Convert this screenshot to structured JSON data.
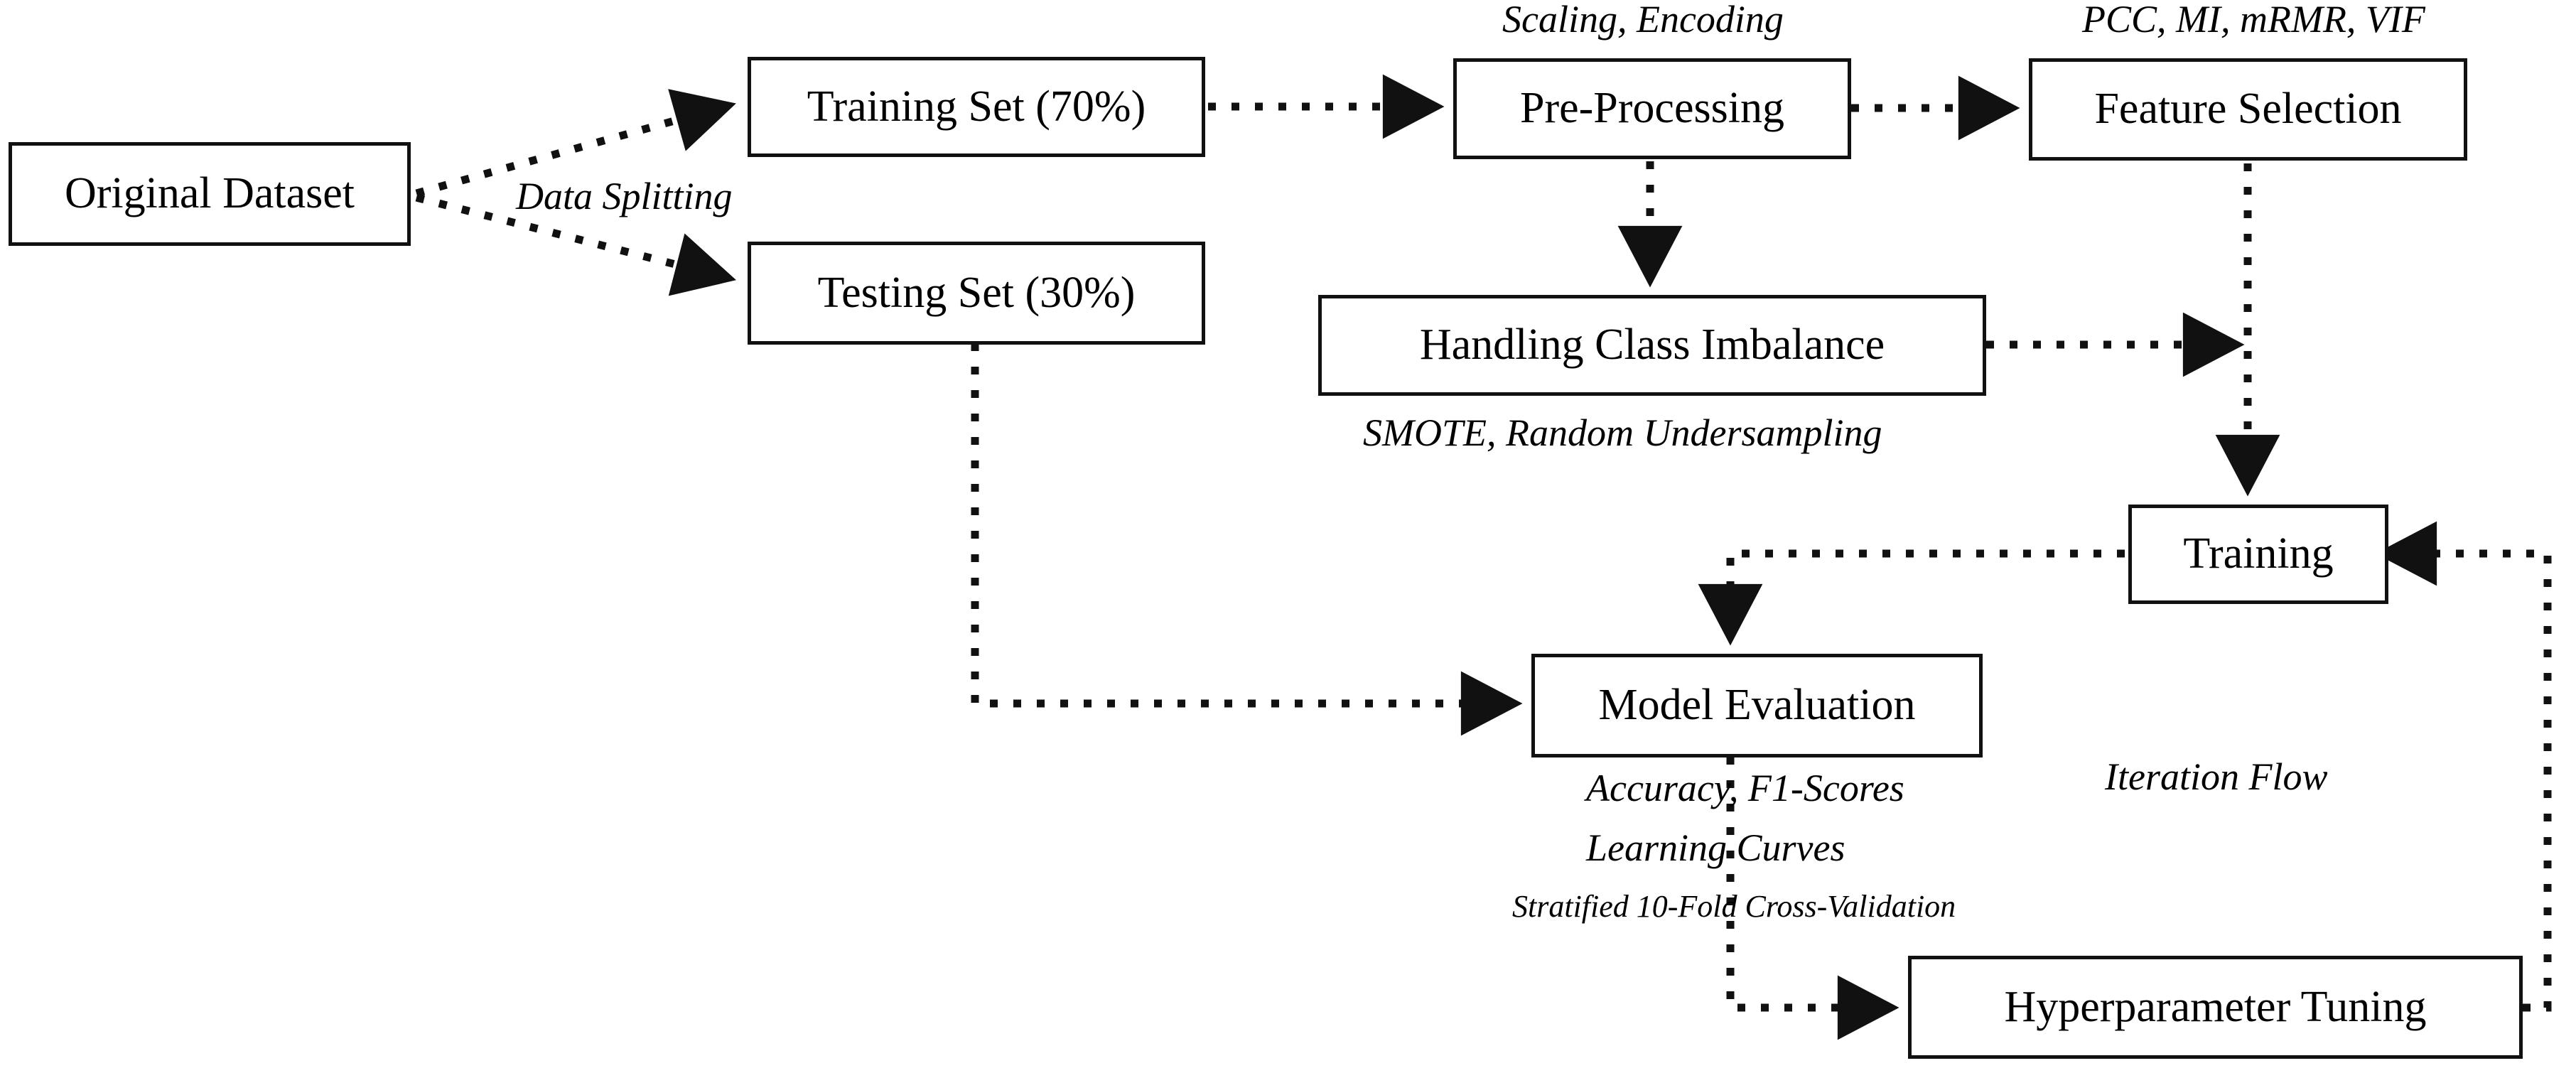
{
  "diagram": {
    "title": "Machine Learning Pipeline Flowchart",
    "stroke_color": "#111111",
    "background_color": "#ffffff",
    "nodes": [
      {
        "id": "original-dataset",
        "label": "Original Dataset"
      },
      {
        "id": "training-set",
        "label": "Training Set (70%)"
      },
      {
        "id": "testing-set",
        "label": "Testing Set (30%)"
      },
      {
        "id": "pre-processing",
        "label": "Pre-Processing"
      },
      {
        "id": "feature-selection",
        "label": "Feature Selection"
      },
      {
        "id": "handling-class-imbalance",
        "label": "Handling Class Imbalance"
      },
      {
        "id": "training",
        "label": "Training"
      },
      {
        "id": "model-evaluation",
        "label": "Model Evaluation"
      },
      {
        "id": "hyperparameter-tuning",
        "label": "Hyperparameter Tuning"
      }
    ],
    "edge_labels": [
      {
        "id": "data-splitting",
        "text": "Data Splitting"
      },
      {
        "id": "scaling-encoding",
        "text": "Scaling, Encoding"
      },
      {
        "id": "pcc-mi-mrmr-vif",
        "text": "PCC, MI, mRMR, VIF"
      },
      {
        "id": "smote-random-undersampling",
        "text": "SMOTE, Random Undersampling"
      },
      {
        "id": "accuracy-f1-scores",
        "text": "Accuracy, F1-Scores"
      },
      {
        "id": "learning-curves",
        "text": "Learning Curves"
      },
      {
        "id": "stratified-cross-validation",
        "text": "Stratified 10-Fold Cross-Validation"
      },
      {
        "id": "iteration-flow",
        "text": "Iteration Flow"
      }
    ],
    "edges": [
      {
        "from": "original-dataset",
        "to": "training-set",
        "style": "dotted",
        "label": "Data Splitting"
      },
      {
        "from": "original-dataset",
        "to": "testing-set",
        "style": "dotted",
        "label": "Data Splitting"
      },
      {
        "from": "training-set",
        "to": "pre-processing",
        "style": "dotted",
        "label": ""
      },
      {
        "from": "pre-processing",
        "to": "feature-selection",
        "style": "dotted",
        "label": ""
      },
      {
        "from": "pre-processing",
        "to": "handling-class-imbalance",
        "style": "dotted",
        "label": ""
      },
      {
        "from": "handling-class-imbalance",
        "to": "training",
        "style": "dotted",
        "label": ""
      },
      {
        "from": "feature-selection",
        "to": "training",
        "style": "dotted",
        "label": ""
      },
      {
        "from": "training",
        "to": "model-evaluation",
        "style": "dotted",
        "label": ""
      },
      {
        "from": "testing-set",
        "to": "model-evaluation",
        "style": "dotted",
        "label": ""
      },
      {
        "from": "model-evaluation",
        "to": "hyperparameter-tuning",
        "style": "dotted",
        "label": ""
      },
      {
        "from": "hyperparameter-tuning",
        "to": "training",
        "style": "dotted",
        "label": "Iteration Flow"
      }
    ]
  }
}
